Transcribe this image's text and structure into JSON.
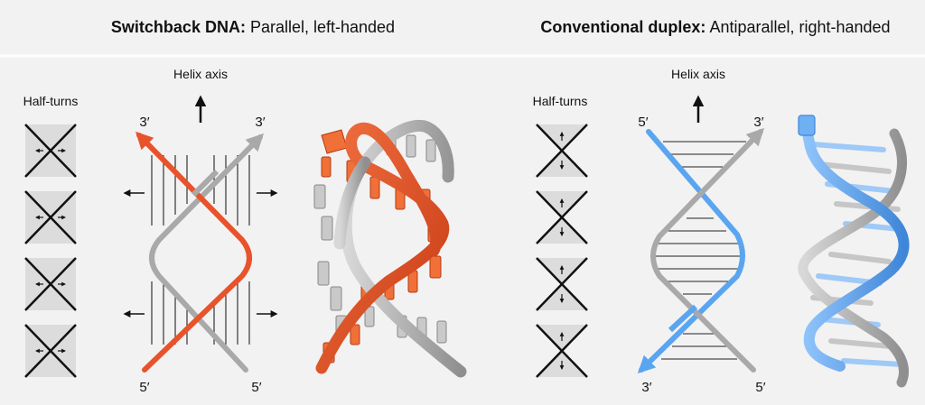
{
  "left": {
    "title_bold": "Switchback DNA:",
    "title_rest": " Parallel, left-handed",
    "half_turns_label": "Half-turns",
    "helix_axis_label": "Helix axis",
    "top_left_end": "3′",
    "top_right_end": "3′",
    "bottom_left_end": "5′",
    "bottom_right_end": "5′"
  },
  "right": {
    "title_bold": "Conventional duplex:",
    "title_rest": " Antiparallel, right-handed",
    "half_turns_label": "Half-turns",
    "helix_axis_label": "Helix axis",
    "top_left_end": "5′",
    "top_right_end": "3′",
    "bottom_left_end": "3′",
    "bottom_right_end": "5′"
  },
  "colors": {
    "orange_strand": "#e8532b",
    "gray_strand": "#a9a9a9",
    "blue_strand": "#5aa5f0",
    "panel_background": "#f2f2f2"
  }
}
